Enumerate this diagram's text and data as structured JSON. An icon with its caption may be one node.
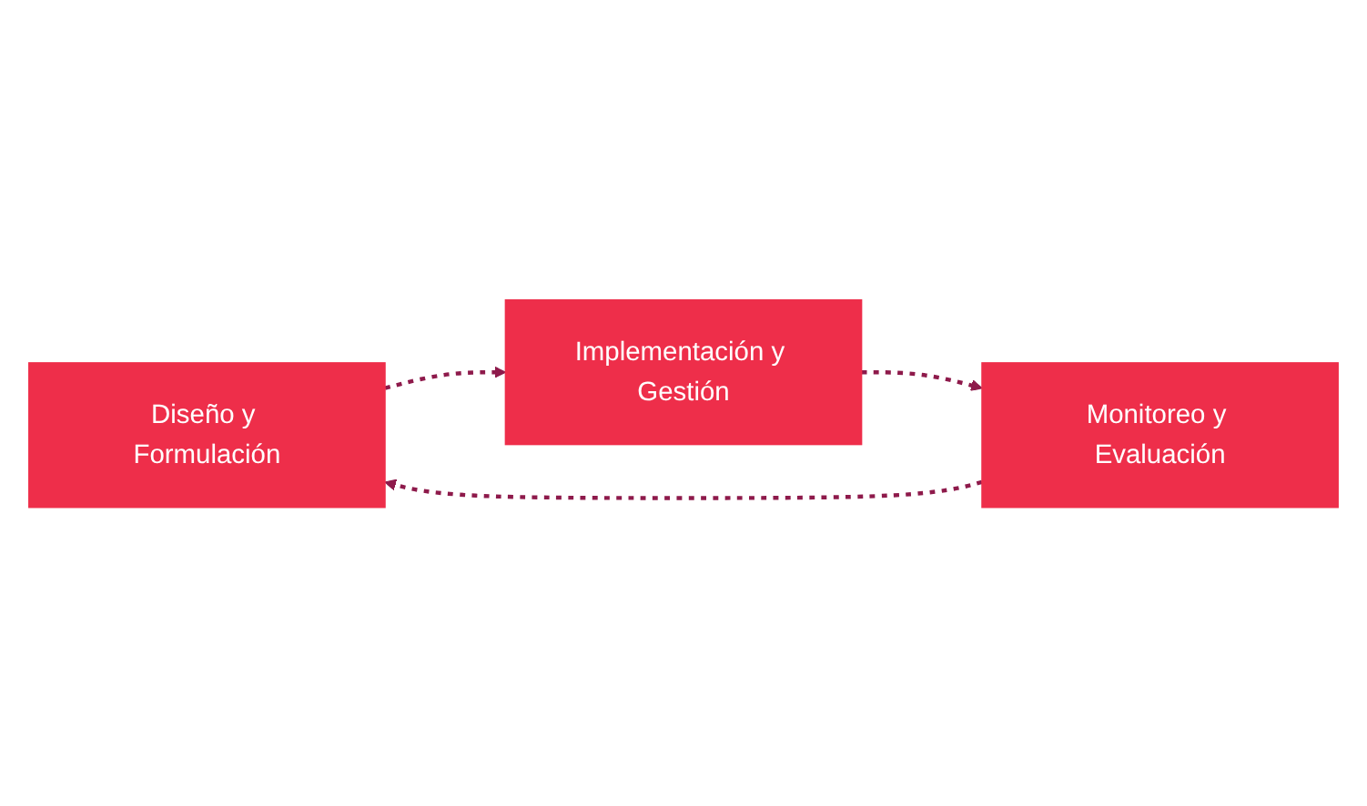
{
  "diagram": {
    "nodes": [
      {
        "text": [
          "Diseño y Formulación"
        ]
      },
      {
        "text": [
          "Implementación y Gestión"
        ]
      },
      {
        "text": [
          "Monitoreo y Evaluación"
        ]
      }
    ],
    "edges": [
      {
        "from": 0,
        "to": 1,
        "arrow": "to",
        "style": "dashed"
      },
      {
        "from": 1,
        "to": 2,
        "arrow": "to",
        "style": "dashed"
      },
      {
        "from": 2,
        "to": 0,
        "arrow": "to",
        "style": "dashed"
      }
    ]
  }
}
